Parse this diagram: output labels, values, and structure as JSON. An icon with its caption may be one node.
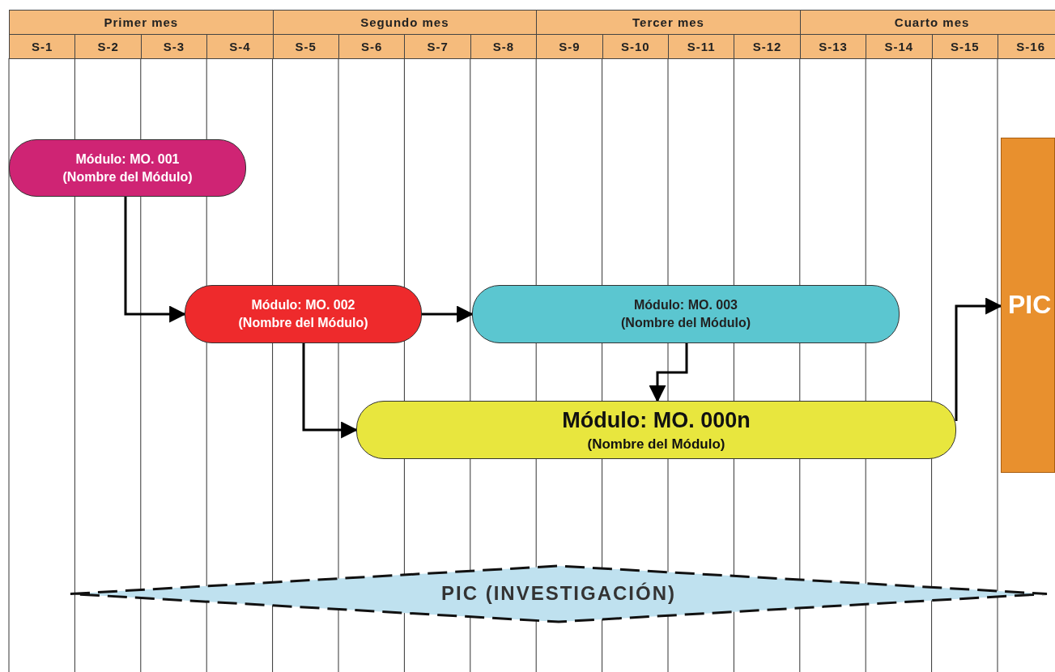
{
  "diagram": {
    "nodes": [
      {
        "text": [
          "Módulo: MO. 001",
          "(Nombre del Módulo)"
        ]
      },
      {
        "text": [
          "Módulo: MO. 002",
          "(Nombre del Módulo)"
        ]
      },
      {
        "text": [
          "Módulo: MO. 003",
          "(Nombre del Módulo)"
        ]
      },
      {
        "text": [
          "Módulo: MO. 000n",
          "(Nombre del Módulo)"
        ]
      },
      {
        "text": [
          "PIC"
        ]
      },
      {
        "text": [
          "PIC (INVESTIGACIÓN)"
        ]
      }
    ],
    "edges": [
      {
        "from": 0,
        "to": 1,
        "arrow": "to"
      },
      {
        "from": 1,
        "to": 2,
        "arrow": "to"
      },
      {
        "from": 1,
        "to": 3,
        "arrow": "to"
      },
      {
        "from": 2,
        "to": 3,
        "arrow": "to"
      },
      {
        "from": 3,
        "to": 4,
        "arrow": "to"
      }
    ],
    "labels": [
      "Primer mes",
      "Segundo mes",
      "Tercer mes",
      "Cuarto mes",
      "S-1",
      "S-2",
      "S-3",
      "S-4",
      "S-5",
      "S-6",
      "S-7",
      "S-8",
      "S-9",
      "S-10",
      "S-11",
      "S-12",
      "S-13",
      "S-14",
      "S-15",
      "S-16"
    ]
  }
}
